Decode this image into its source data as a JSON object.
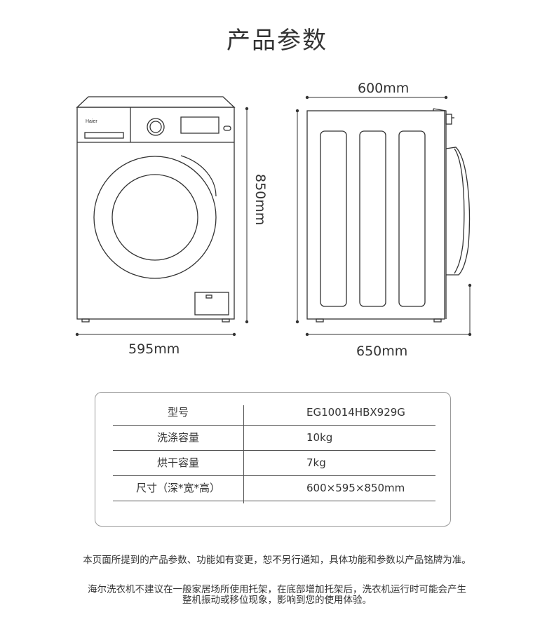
{
  "title": "产品参数",
  "dimensions": {
    "front_width": "595mm",
    "height": "850mm",
    "side_width": "600mm",
    "side_depth": "650mm"
  },
  "brand_label": "Haier",
  "specs": [
    {
      "label": "型号",
      "value": "EG10014HBX929G"
    },
    {
      "label": "洗涤容量",
      "value": "10kg"
    },
    {
      "label": "烘干容量",
      "value": "7kg"
    },
    {
      "label": "尺寸（深*宽*高）",
      "value": "600×595×850mm"
    }
  ],
  "notes": {
    "line1": "本页面所提到的产品参数、功能如有变更，恕不另行通知，具体功能和参数以产品铭牌为准。",
    "line2": "海尔洗衣机不建议在一般家居场所使用托架，在底部增加托架后，洗衣机运行时可能会产生",
    "line3": "整机振动或移位现象，影响到您的使用体验。"
  }
}
